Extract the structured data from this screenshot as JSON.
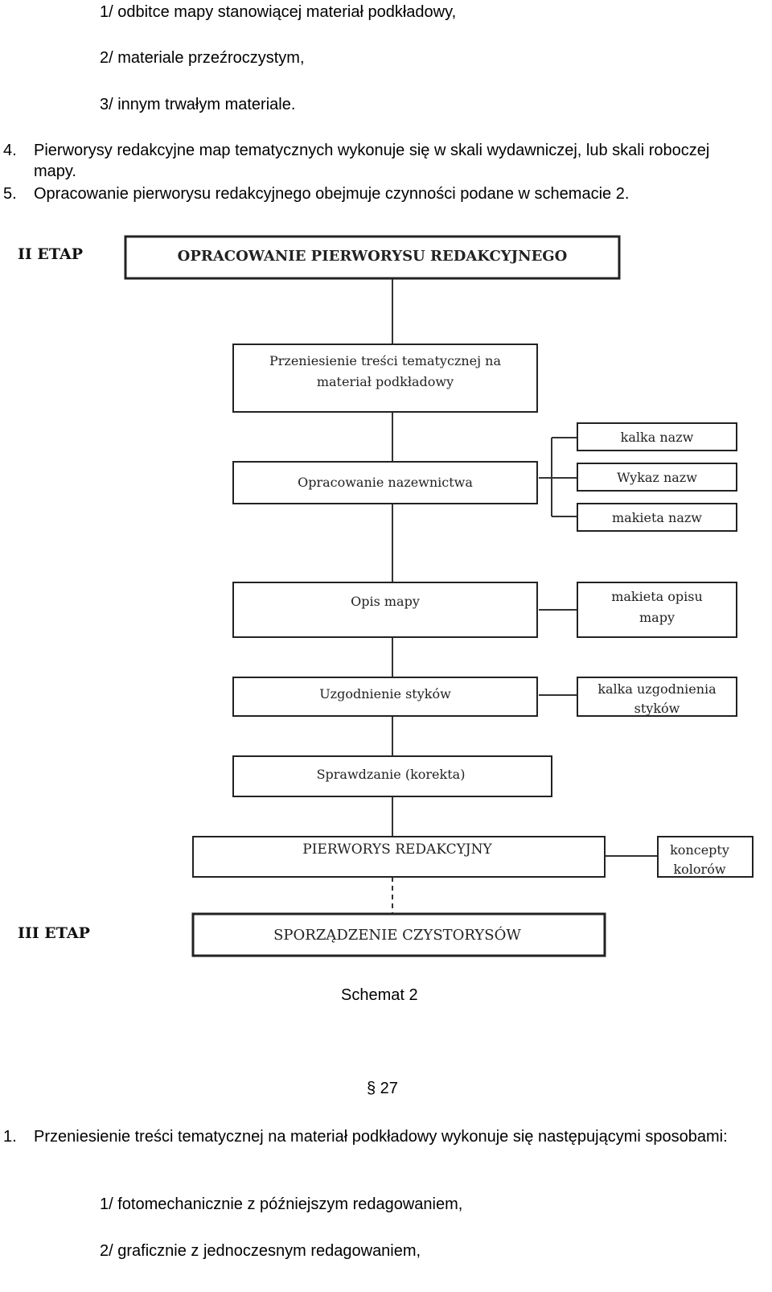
{
  "top_list": [
    "1/ odbitce mapy stanowiącej materiał podkładowy,",
    "2/ materiale przeźroczystym,",
    "3/ innym trwałym materiale."
  ],
  "point4": {
    "num": "4.",
    "text": "Pierworysy redakcyjne map tematycznych wykonuje się w skali wydawniczej, lub skali roboczej mapy."
  },
  "point5": {
    "num": "5.",
    "text": "Opracowanie pierworysu redakcyjnego obejmuje czynności podane w schemacie 2."
  },
  "diagram": {
    "etap2": "II ETAP",
    "etap3": "III ETAP",
    "main_title": "OPRACOWANIE PIERWORYSU REDAKCYJNEGO",
    "step1": [
      "Przeniesienie treści tematycznej na",
      "materiał podkładowy"
    ],
    "step2": "Opracowanie nazewnictwa",
    "step2_side": [
      "kalka nazw",
      "Wykaz nazw",
      "makieta nazw"
    ],
    "step3": "Opis mapy",
    "step3_side": [
      "makieta opisu",
      "mapy"
    ],
    "step4": "Uzgodnienie styków",
    "step4_side": [
      "kalka uzgodnienia",
      "styków"
    ],
    "step5": "Sprawdzanie (korekta)",
    "step6": "PIERWORYS REDAKCYJNY",
    "step6_side": [
      "koncepty",
      "kolorów"
    ],
    "final": "SPORZĄDZENIE CZYSTORYSÓW"
  },
  "caption": "Schemat 2",
  "section": "§ 27",
  "point1": {
    "num": "1.",
    "text": "Przeniesienie treści tematycznej na materiał podkładowy wykonuje się następującymi sposobami:"
  },
  "bottom_list": [
    "1/ fotomechanicznie z późniejszym redagowaniem,",
    "2/ graficznie z jednoczesnym redagowaniem,"
  ]
}
